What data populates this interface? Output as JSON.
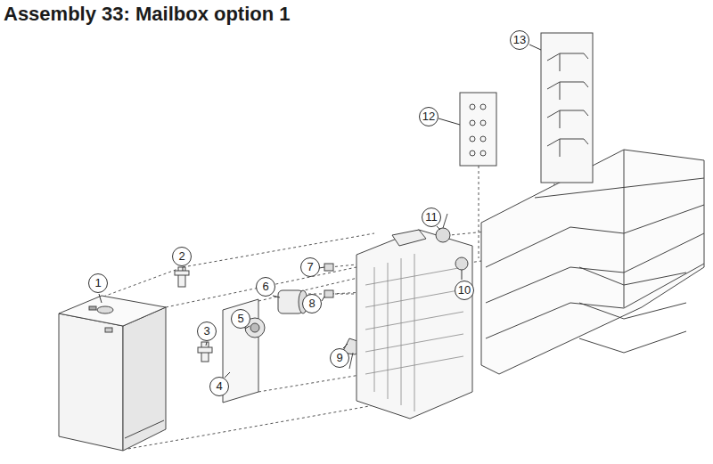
{
  "diagram": {
    "title": "Assembly 33: Mailbox option 1",
    "labels": [
      "1",
      "2",
      "3",
      "4",
      "5",
      "6",
      "7",
      "8",
      "9",
      "10",
      "11",
      "12",
      "13"
    ]
  }
}
